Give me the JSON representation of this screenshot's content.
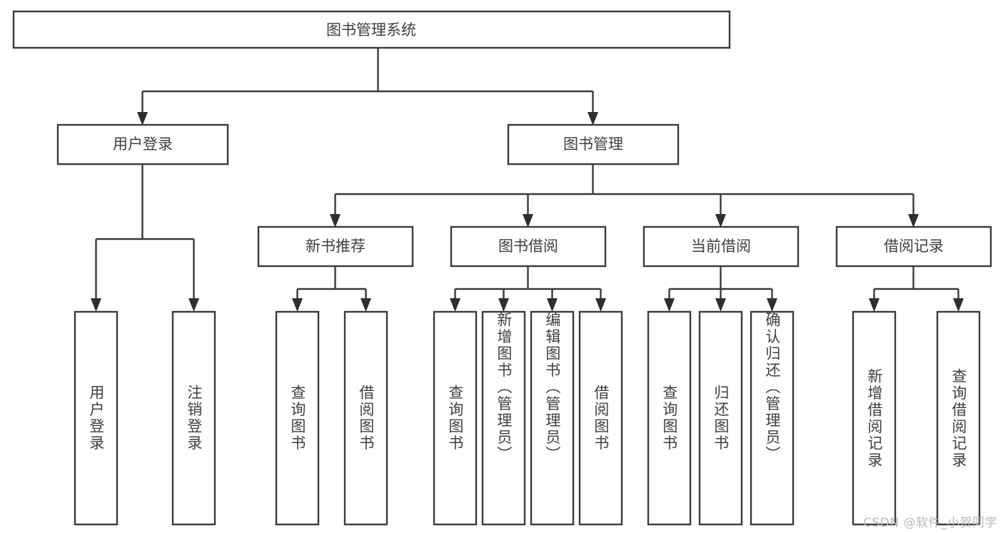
{
  "diagram": {
    "title": "图书管理系统",
    "type": "tree-hierarchy",
    "watermark": "CSDN @软件_小贺同学",
    "colors": {
      "box_stroke": "#3a3a3a",
      "box_fill": "#ffffff",
      "text": "#3f3f3f",
      "connector": "#3a3a3a",
      "watermark": "#b9b9b9",
      "background": "#ffffff"
    },
    "levels": {
      "root": {
        "label": "图书管理系统"
      },
      "level2": [
        {
          "label": "用户登录"
        },
        {
          "label": "图书管理"
        }
      ],
      "level3": [
        {
          "label": "新书推荐"
        },
        {
          "label": "图书借阅"
        },
        {
          "label": "当前借阅"
        },
        {
          "label": "借阅记录"
        }
      ],
      "leaves": {
        "user_login": [
          {
            "label": "用户登录"
          },
          {
            "label": "注销登录"
          }
        ],
        "new_book_recommend": [
          {
            "label": "查询图书"
          },
          {
            "label": "借阅图书"
          }
        ],
        "book_borrow": [
          {
            "label": "查询图书"
          },
          {
            "label": "新增图书（管理员）"
          },
          {
            "label": "编辑图书（管理员）"
          },
          {
            "label": "借阅图书"
          }
        ],
        "current_borrow": [
          {
            "label": "查询图书"
          },
          {
            "label": "归还图书"
          },
          {
            "label": "确认归还（管理员）"
          }
        ],
        "borrow_record": [
          {
            "label": "新增借阅记录"
          },
          {
            "label": "查询借阅记录"
          }
        ]
      }
    }
  }
}
